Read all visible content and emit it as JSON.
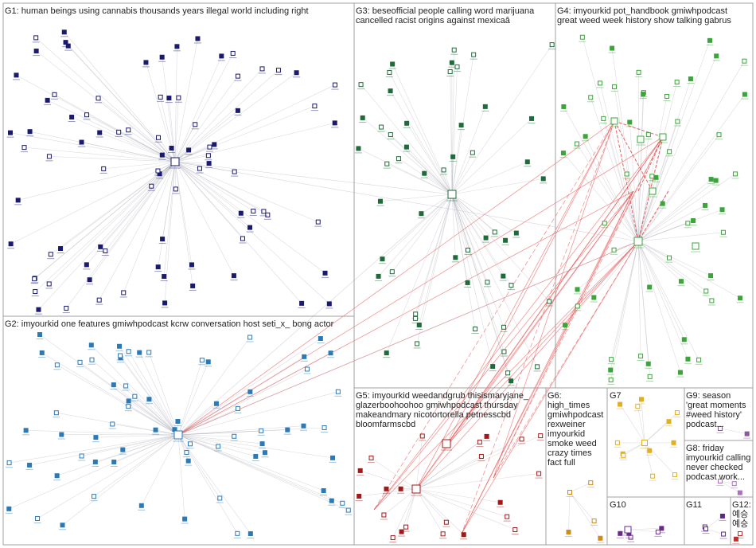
{
  "groups": [
    {
      "id": "G1",
      "label": "G1: human beings using cannabis thousands years illegal world including right",
      "color": "#1a1a70"
    },
    {
      "id": "G2",
      "label": "G2: imyourkid one features gmiwhpodcast kcrw conversation host seti_x_ bong actor",
      "color": "#2a7ab8"
    },
    {
      "id": "G3",
      "label": "G3: beseofficial people calling word marijuana\ncancelled racist origins against mexicaâ",
      "color": "#1f6b3a"
    },
    {
      "id": "G4",
      "label": "G4: imyourkid pot_handbook gmiwhpodcast\ngreat weed week history show talking gabrus",
      "color": "#3aa63a"
    },
    {
      "id": "G5",
      "label": "G5: imyourkid weedandgrub thisismaryjane_\nglazerboohoohoo gmiwhpodcast thursday\nmakeandmary nicotortorella petnesscbd\nbloomfarmscbd",
      "color": "#a01a1a"
    },
    {
      "id": "G6",
      "label": "G6:\nhigh_times\ngmiwhpodcast\nrexweiner\nimyourkid\nsmoke weed\ncrazy times\nfact full",
      "color": "#d08a20"
    },
    {
      "id": "G7",
      "label": "G7",
      "color": "#e0b020"
    },
    {
      "id": "G8",
      "label": "G8: friday\nimyourkid calling\nnever checked\npodcast work...",
      "color": "#b070c0"
    },
    {
      "id": "G9",
      "label": "G9: season\n'great moments\n#weed history'\npodcast...",
      "color": "#8a5aa0"
    },
    {
      "id": "G10",
      "label": "G10",
      "color": "#6a2a8a"
    },
    {
      "id": "G11",
      "label": "G11",
      "color": "#5a2a8a"
    },
    {
      "id": "G12",
      "label": "G12:\n예승\n예승",
      "color": "#c03030"
    }
  ]
}
